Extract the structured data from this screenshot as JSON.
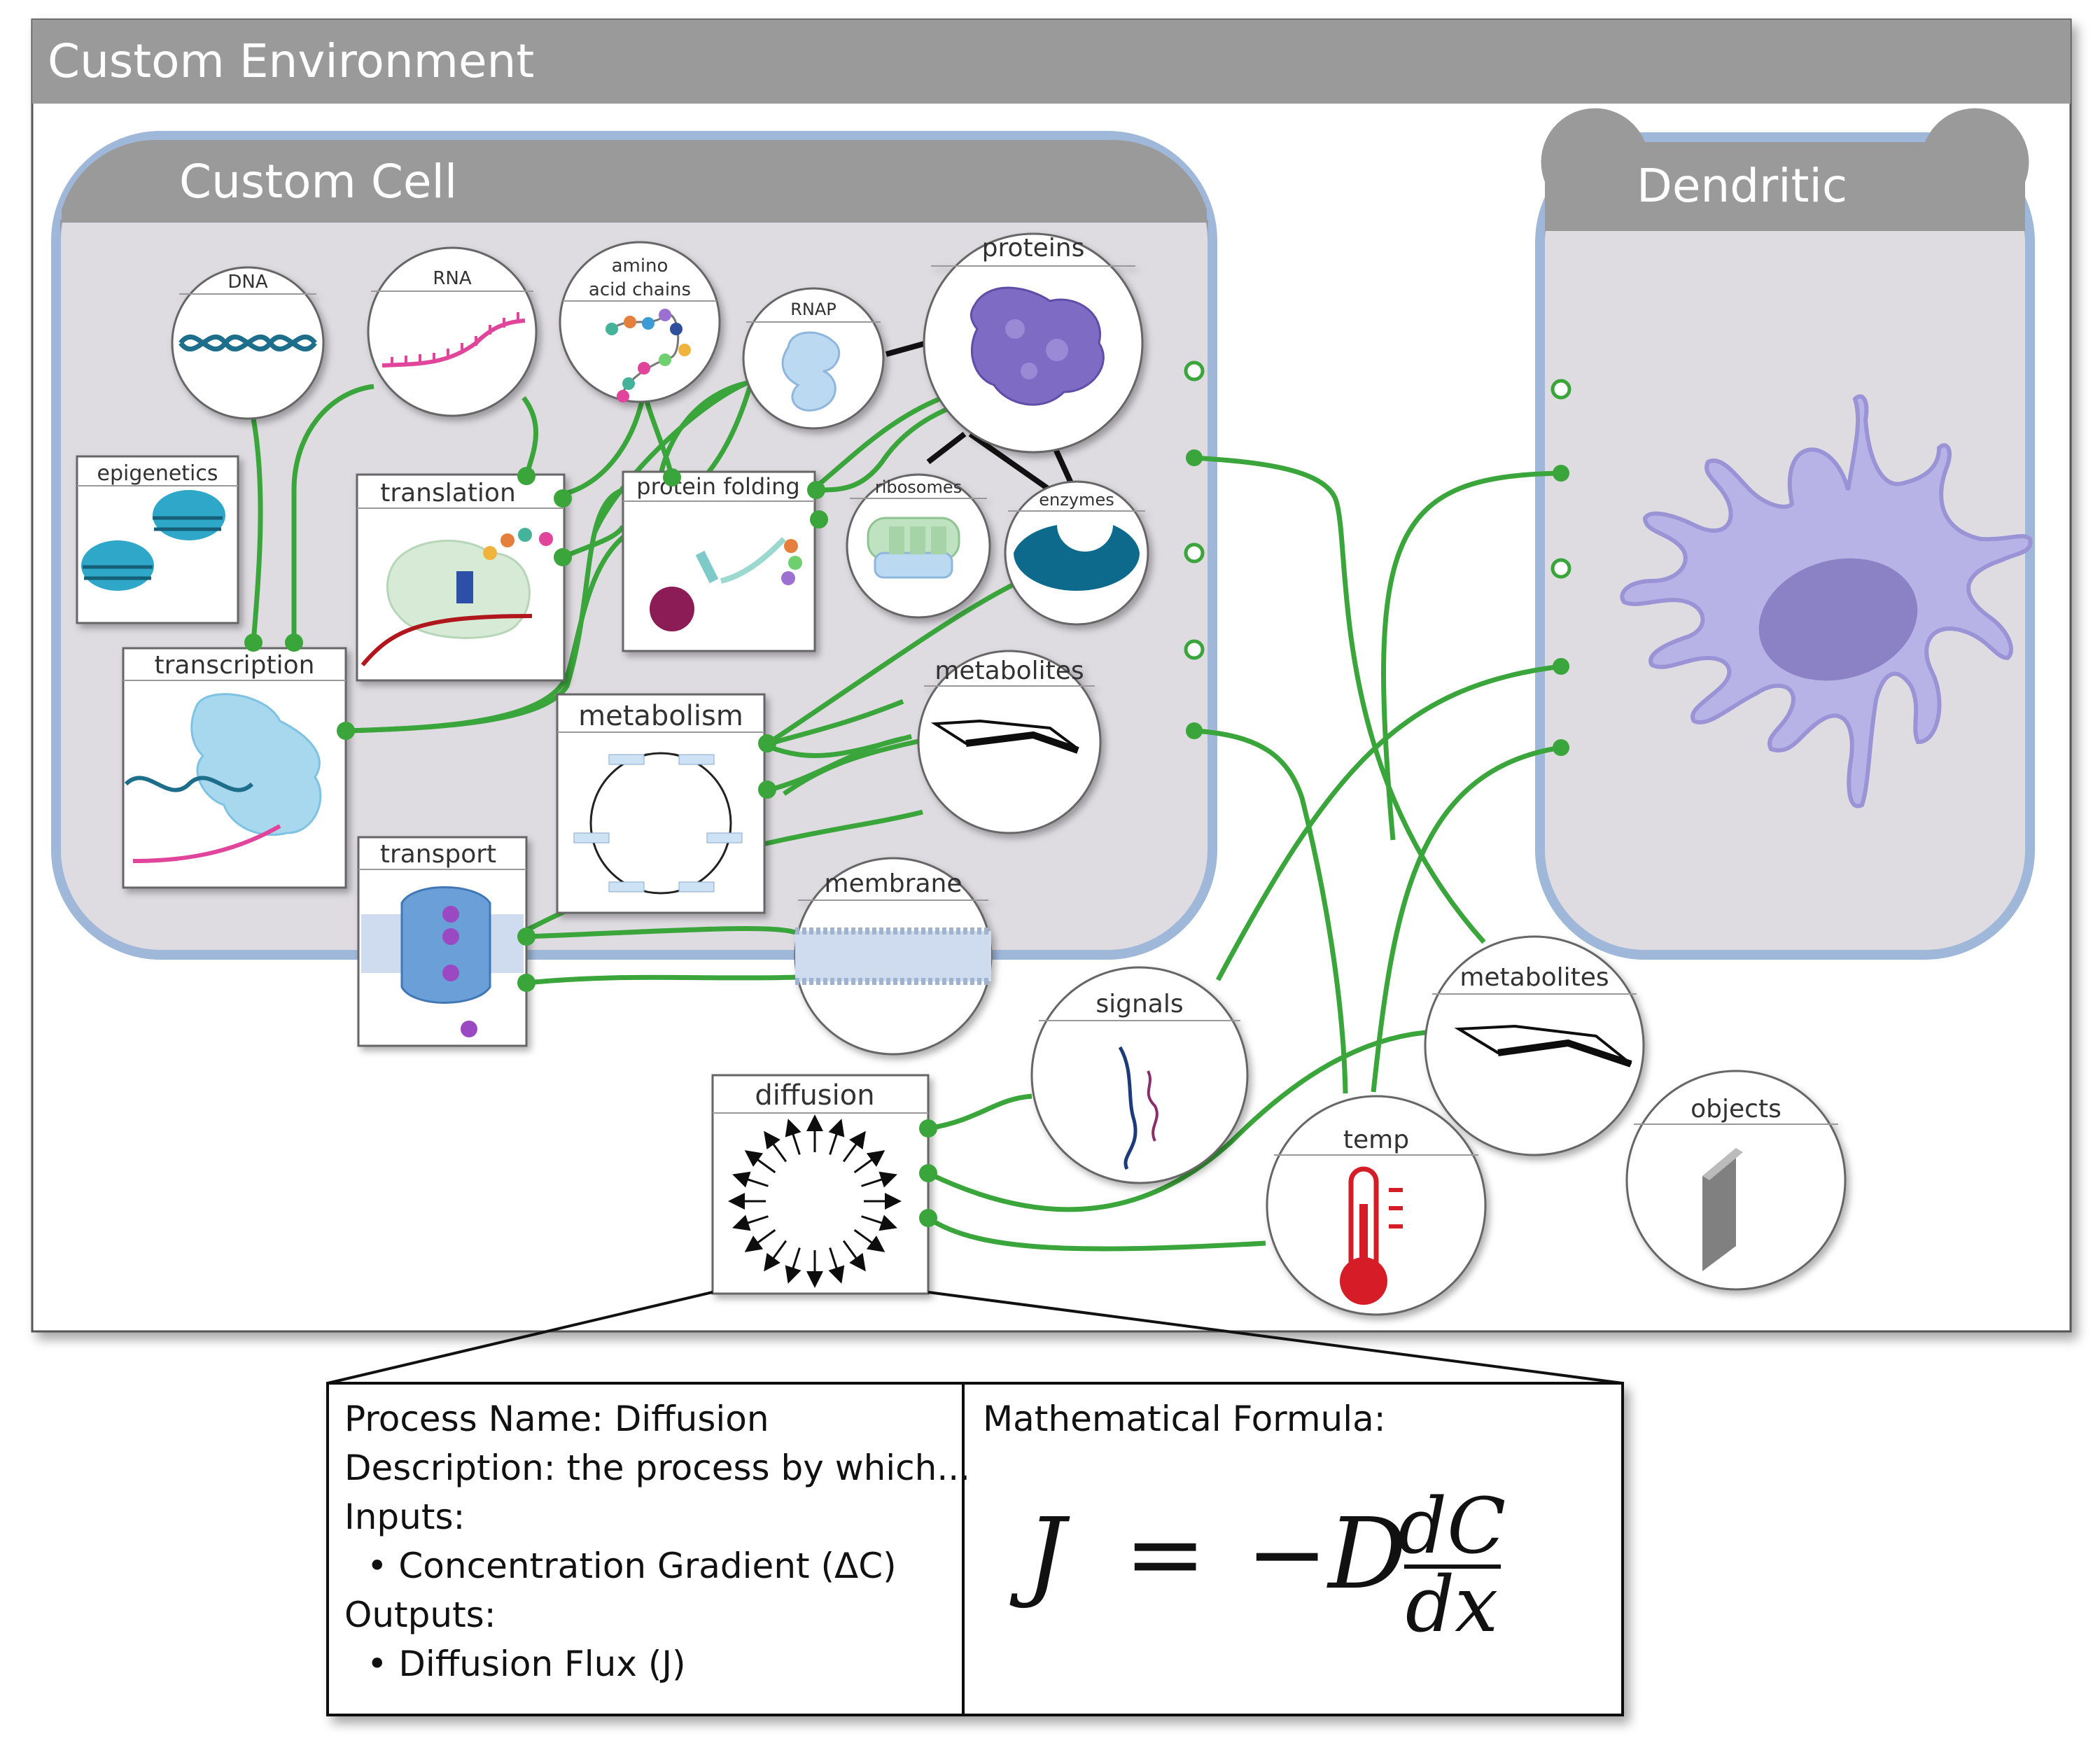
{
  "environment": {
    "title": "Custom Environment"
  },
  "cells": {
    "custom": {
      "title": "Custom Cell"
    },
    "dendritic": {
      "title": "Dendritic"
    }
  },
  "nodes": {
    "dna": "DNA",
    "rna": "RNA",
    "amino_line1": "amino",
    "amino_line2": "acid chains",
    "rnap": "RNAP",
    "proteins": "proteins",
    "epigenetics": "epigenetics",
    "translation": "translation",
    "protein_folding": "protein folding",
    "ribosomes": "ribosomes",
    "enzymes": "enzymes",
    "transcription": "transcription",
    "metabolism": "metabolism",
    "metabolites_inner": "metabolites",
    "transport": "transport",
    "membrane": "membrane",
    "signals": "signals",
    "metabolites_outer": "metabolites",
    "diffusion": "diffusion",
    "temp": "temp",
    "objects": "objects"
  },
  "detail_panel": {
    "process_name": "Process Name: Diffusion",
    "description": "Description: the process by which...",
    "inputs_label": "Inputs:",
    "input_item": "• Concentration Gradient (ΔC)",
    "outputs_label": "Outputs:",
    "output_item": "• Diffusion Flux (J)",
    "formula_label": "Mathematical Formula:",
    "formula_lhs": "J",
    "formula_eq": "=",
    "formula_neg_d": "−D",
    "formula_num": "dC",
    "formula_den": "dx"
  },
  "colors": {
    "link_green": "#3aa53a",
    "cell_fill": "#dedbe1",
    "header_gray": "#9a9a9a",
    "dendritic_cell": "#b8b3e6"
  }
}
